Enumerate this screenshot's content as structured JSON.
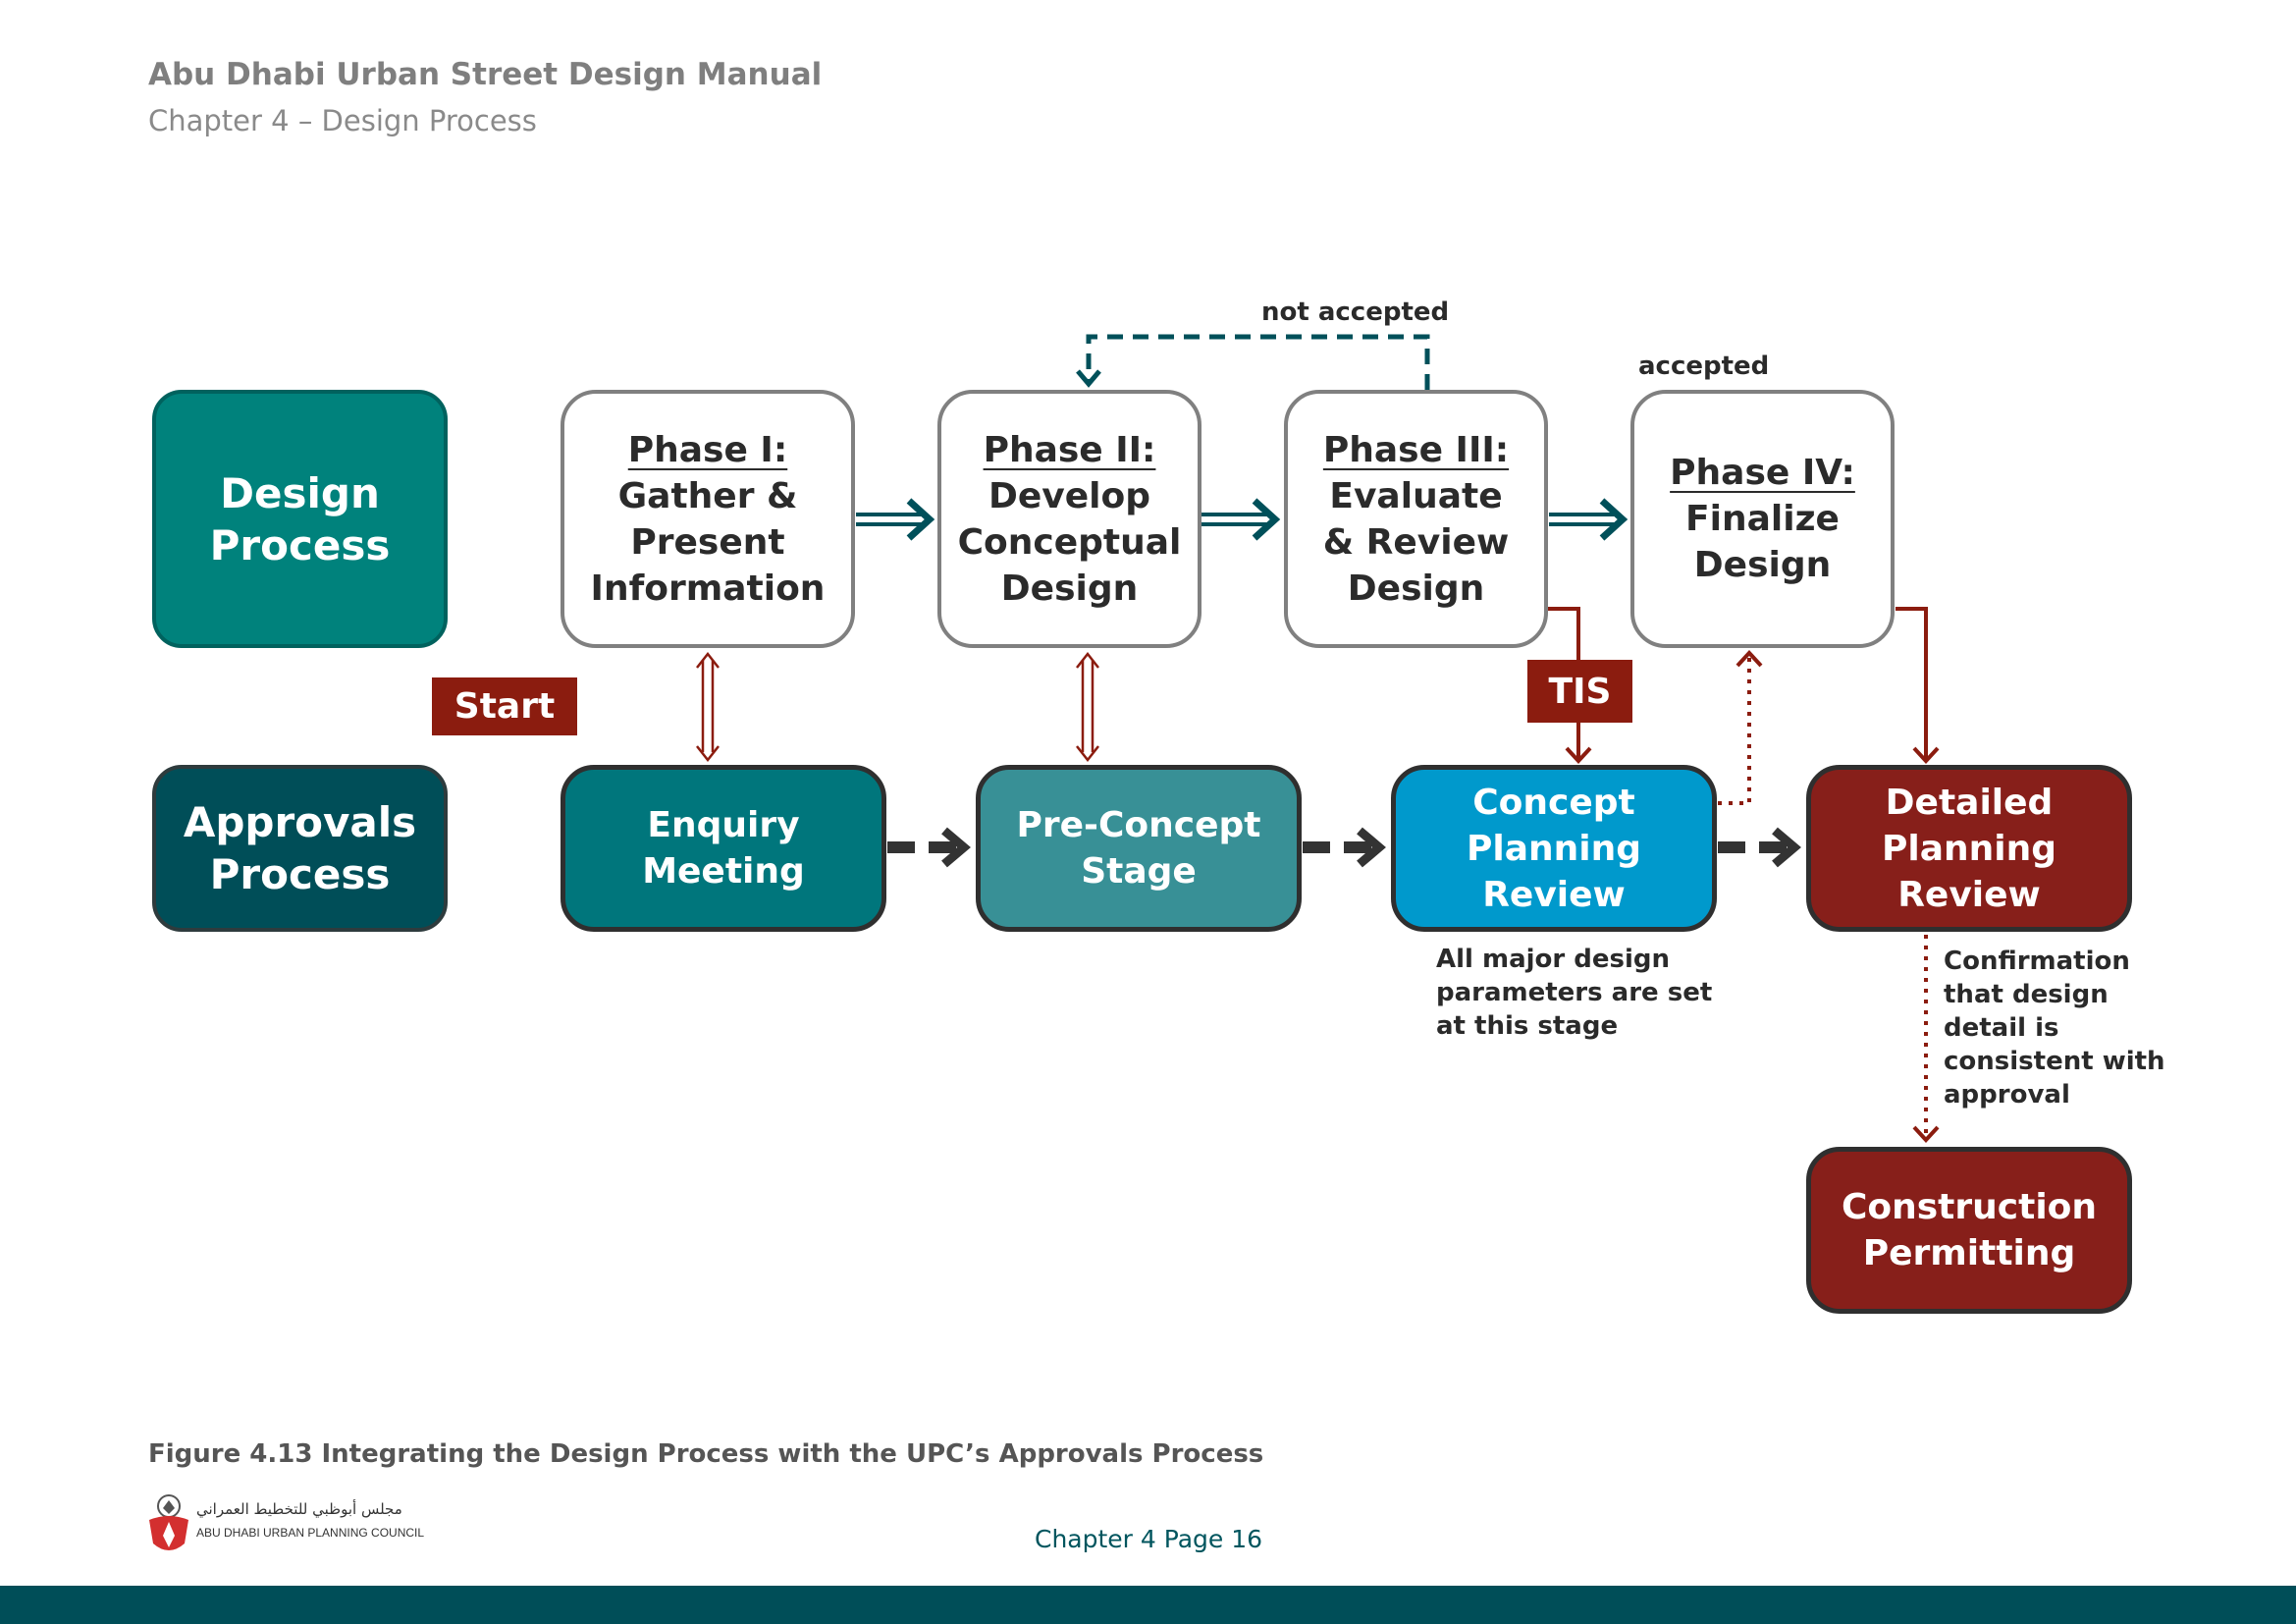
{
  "header": {
    "title": "Abu Dhabi Urban Street Design Manual",
    "subtitle": "Chapter 4 – Design Process"
  },
  "lanes": {
    "design": [
      "Design",
      "Process"
    ],
    "approvals": [
      "Approvals",
      "Process"
    ]
  },
  "phases": [
    {
      "title": "Phase I:",
      "lines": [
        "Gather &",
        "Present",
        "Information"
      ]
    },
    {
      "title": "Phase II:",
      "lines": [
        "Develop",
        "Conceptual",
        "Design"
      ]
    },
    {
      "title": "Phase III:",
      "lines": [
        "Evaluate",
        "& Review",
        "Design"
      ]
    },
    {
      "title": "Phase IV:",
      "lines": [
        "Finalize",
        "Design"
      ]
    }
  ],
  "approvals": {
    "enquiry": [
      "Enquiry",
      "Meeting"
    ],
    "pre_concept": [
      "Pre-Concept",
      "Stage"
    ],
    "concept_review": [
      "Concept",
      "Planning",
      "Review"
    ],
    "detailed_review": [
      "Detailed",
      "Planning",
      "Review"
    ],
    "construction": [
      "Construction",
      "Permitting"
    ]
  },
  "tags": {
    "start": "Start",
    "tis": "TIS"
  },
  "labels": {
    "not_accepted": "not accepted",
    "accepted": "accepted"
  },
  "notes": {
    "concept": [
      "All major design",
      "parameters are set",
      "at this stage"
    ],
    "detailed": [
      "Confirmation",
      "that design",
      "detail is",
      "consistent with",
      "approval"
    ]
  },
  "caption": "Figure 4.13 Integrating the Design Process with the UPC’s Approvals Process",
  "logo": {
    "arabic": "مجلس أبوظبي للتخطيط العمراني",
    "english": "ABU DHABI URBAN PLANNING COUNCIL"
  },
  "page_number": "Chapter 4 Page 16",
  "colors": {
    "teal_dark": "#004e58",
    "teal": "#00827c",
    "blue": "#0099cc",
    "maroon": "#871f1a",
    "arrow_teal": "#00505a",
    "arrow_red": "#8b1c0f"
  }
}
